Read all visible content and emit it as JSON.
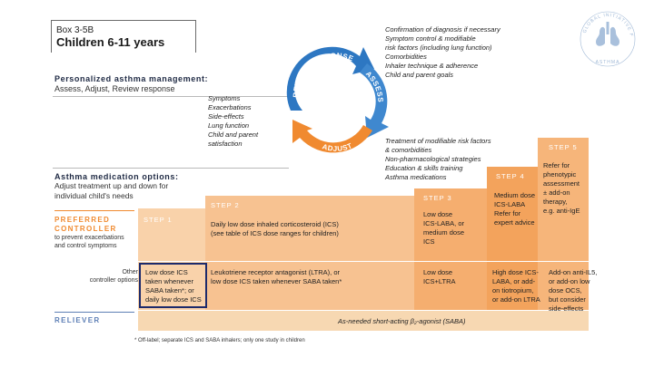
{
  "box_label": "Box 3-5B",
  "title": "Children 6-11 years",
  "personalized": {
    "heading": "Personalized asthma management:",
    "sub": "Assess, Adjust, Review response"
  },
  "cycle": {
    "assess": "ASSESS",
    "adjust": "ADJUST",
    "review": "REVIEW RESPONSE"
  },
  "confirmation_lines": [
    "Confirmation of diagnosis if necessary",
    "Symptom control & modifiable",
    "risk factors (including lung function)",
    "Comorbidities",
    "Inhaler technique & adherence",
    "Child and parent goals"
  ],
  "review_lines": [
    "Symptoms",
    "Exacerbations",
    "Side-effects",
    "Lung function",
    "Child and parent",
    "satisfaction"
  ],
  "adjust_lines": [
    "Treatment of modifiable risk factors",
    "& comorbidities",
    "Non-pharmacological strategies",
    "Education & skills training",
    "Asthma medications"
  ],
  "medication_options": {
    "heading": "Asthma medication options:",
    "sub": "Adjust treatment up and down for individual child's needs"
  },
  "preferred": {
    "label_line1": "PREFERRED",
    "label_line2": "CONTROLLER",
    "sub_line1": "to prevent exacerbations",
    "sub_line2": "and control symptoms"
  },
  "other": {
    "line1": "Other",
    "line2": "controller options"
  },
  "reliever": {
    "label": "RELIEVER",
    "text": "As-needed short-acting β₂-agonist (SABA)"
  },
  "steps": {
    "step1": {
      "label": "STEP 1",
      "other_lines": [
        "Low dose ICS",
        "taken whenever",
        "SABA taken*; or",
        "daily low dose ICS"
      ]
    },
    "step2": {
      "label": "STEP 2",
      "preferred_lines": [
        "Daily low dose inhaled corticosteroid (ICS)",
        "(see table of ICS dose ranges for children)"
      ],
      "other_lines": [
        "Leukotriene receptor antagonist (LTRA), or",
        "low dose ICS taken whenever SABA taken*"
      ]
    },
    "step3": {
      "label": "STEP 3",
      "preferred_lines": [
        "Low dose",
        "ICS-LABA, or",
        "medium dose",
        "ICS"
      ],
      "other_lines": [
        "Low dose",
        "ICS+LTRA"
      ]
    },
    "step4": {
      "label": "STEP 4",
      "preferred_lines": [
        "Medium dose",
        "ICS-LABA",
        "Refer for",
        "expert advice"
      ],
      "other_lines": [
        "High dose ICS-",
        "LABA, or add-",
        "on tiotropium,",
        "or add-on LTRA"
      ]
    },
    "step5": {
      "label": "STEP 5",
      "preferred_lines": [
        "Refer for",
        "phenotypic",
        "assessment",
        "± add-on",
        "therapy,",
        "e.g. anti-IgE"
      ],
      "other_lines": [
        "Add-on anti-IL5,",
        "or add-on low",
        "dose OCS,",
        "but consider",
        "side-effects"
      ]
    }
  },
  "footnote": "* Off-label; separate ICS and SABA inhalers; only one study in children",
  "logo_text": "GLOBAL INITIATIVE FOR ASTHMA",
  "colors": {
    "step_orange": "#f3a35c",
    "step_orange_dark": "#ec8e3c",
    "step_label": "#ffffff",
    "reliever_band": "#f7d8b2",
    "arrow_blue": "#2d77c2",
    "arrow_red": "#c8272d",
    "arrow_orange": "#f08a30",
    "preferred_text": "#f08a30",
    "reliever_text": "#5d7fb5"
  }
}
